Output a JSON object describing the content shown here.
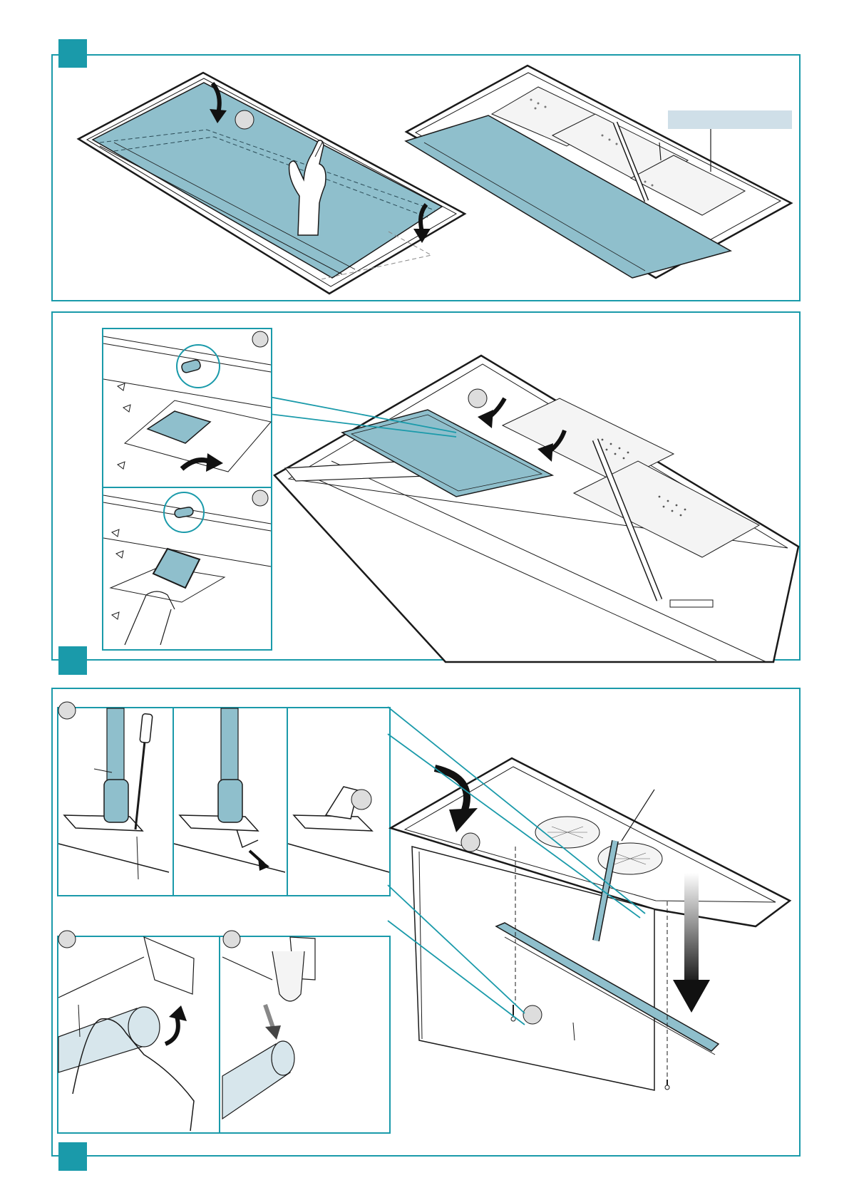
{
  "colors": {
    "accent": "#1a9aaa",
    "fill": "#8fbfcc",
    "line": "#1a1a1a",
    "label_bar": "#cfdfe8",
    "metal": "#f4f4f4"
  },
  "sections": [
    {
      "marker": "section-1-marker",
      "content": [
        "remove-glass-panel",
        "open-panel-with-gas-spring"
      ]
    },
    {
      "marker": "section-2-marker",
      "content": [
        "remove-grease-filters",
        "filter-latch-detail"
      ]
    },
    {
      "marker": "section-3-marker",
      "content": [
        "detach-gas-spring",
        "replace-fluorescent-tube",
        "refit-light-strip"
      ]
    }
  ],
  "icons": [
    "arrow-down-icon",
    "curved-arrow-icon",
    "hand-icon",
    "screwdriver-icon",
    "screw-icon",
    "gas-spring-icon",
    "grease-filter-icon",
    "fluorescent-tube-icon"
  ]
}
